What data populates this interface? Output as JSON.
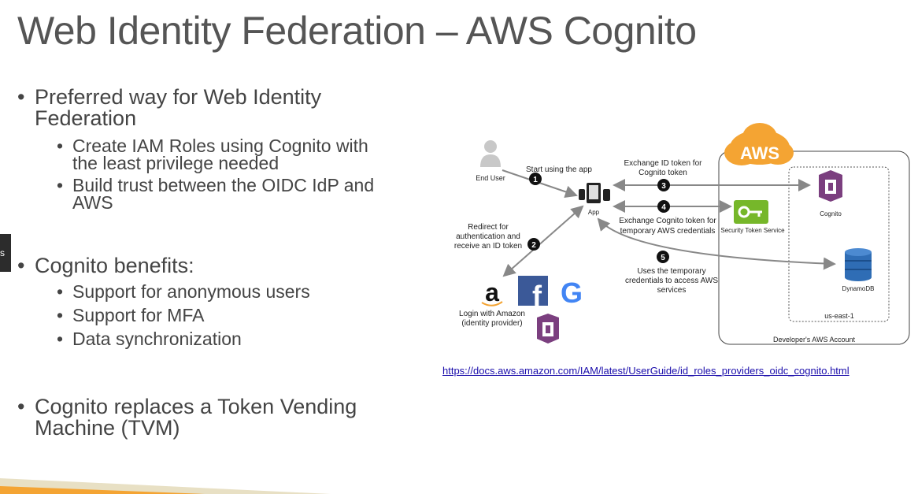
{
  "slide": {
    "title": "Web Identity Federation – AWS Cognito",
    "side_tab": "s"
  },
  "bullets": {
    "b1_line1": "Preferred way for Web Identity",
    "b1_line2": "Federation",
    "b1_sub1_line1": "Create IAM Roles using Cognito with",
    "b1_sub1_line2": "the least privilege needed",
    "b1_sub2_line1": "Build trust between the OIDC IdP and",
    "b1_sub2_line2": "AWS",
    "b2": "Cognito benefits:",
    "b2_sub1": "Support for anonymous users",
    "b2_sub2": "Support for MFA",
    "b2_sub3": "Data synchronization",
    "b3_line1": "Cognito replaces a Token Vending",
    "b3_line2": "Machine (TVM)"
  },
  "diagram": {
    "aws_badge": "AWS",
    "end_user": "End User",
    "app": "App",
    "step1": "Start using the app",
    "step2_line1": "Redirect for",
    "step2_line2": "authentication and",
    "step2_line3": "receive an ID token",
    "step3_line1": "Exchange ID token for",
    "step3_line2": "Cognito token",
    "step4_line1": "Exchange Cognito token for",
    "step4_line2": "temporary AWS credentials",
    "step5_line1": "Uses the temporary",
    "step5_line2": "credentials to access AWS",
    "step5_line3": "services",
    "cognito": "Cognito",
    "sts": "Security Token Service",
    "dynamodb": "DynamoDB",
    "region": "us-east-1",
    "account": "Developer's AWS Account",
    "login_line1": "Login with Amazon",
    "login_line2": "(identity provider)",
    "num1": "1",
    "num2": "2",
    "num3": "3",
    "num4": "4",
    "num5": "5",
    "amazon_glyph": "a",
    "facebook_glyph": "f",
    "google_glyph": "G"
  },
  "link": "https://docs.aws.amazon.com/IAM/latest/UserGuide/id_roles_providers_oidc_cognito.html",
  "colors": {
    "aws_orange": "#f4a433",
    "cognito_purple": "#7b3f7f",
    "sts_green": "#76b72a",
    "dynamo_blue": "#2f6db5",
    "facebook_blue": "#3b5998"
  }
}
